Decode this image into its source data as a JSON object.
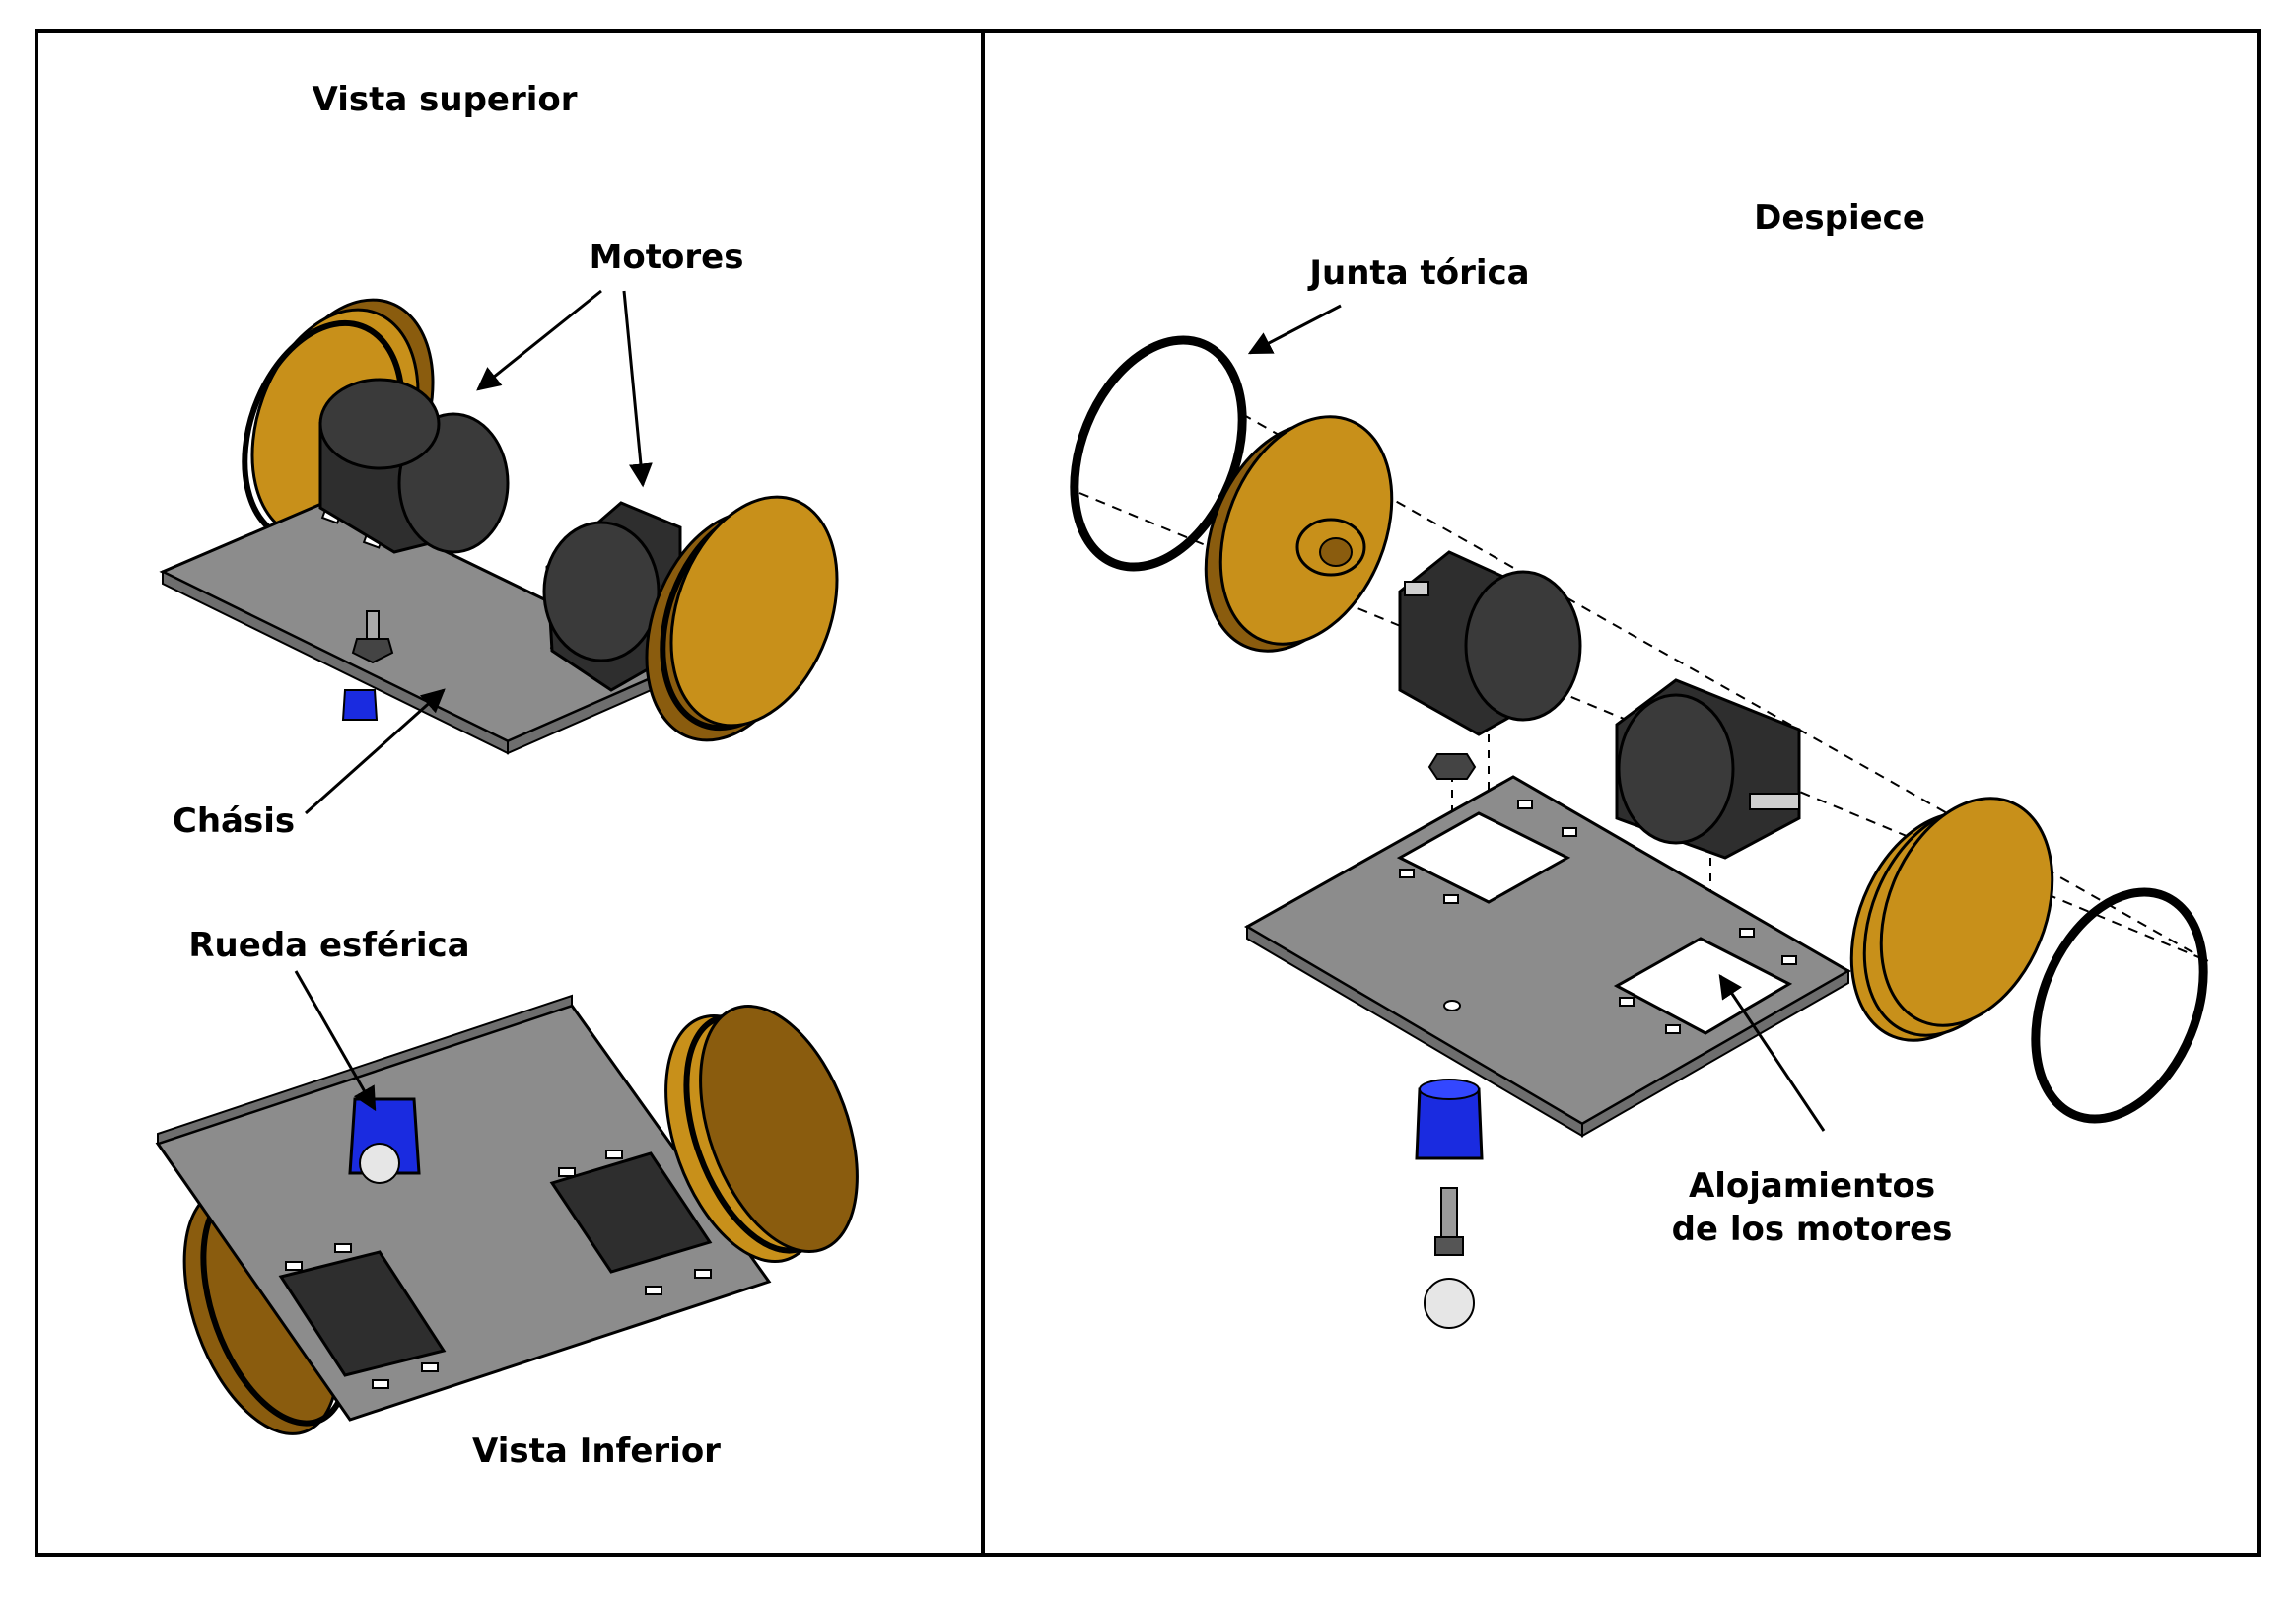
{
  "left_panel": {
    "top_view": {
      "title": "Vista superior",
      "labels": {
        "motors": "Motores",
        "chassis": "Chásis"
      }
    },
    "bottom_view": {
      "title": "Vista Inferior",
      "labels": {
        "caster": "Rueda esférica"
      }
    }
  },
  "right_panel": {
    "title": "Despiece",
    "labels": {
      "oring": "Junta tórica",
      "housings_line1": "Alojamientos",
      "housings_line2": "de los motores"
    }
  },
  "colors": {
    "wheel": "#c8901a",
    "wheel_dark": "#8a5c0e",
    "motor": "#2e2e2e",
    "chassis": "#8c8c8c",
    "caster": "#1a2be0",
    "frame": "#000000"
  }
}
